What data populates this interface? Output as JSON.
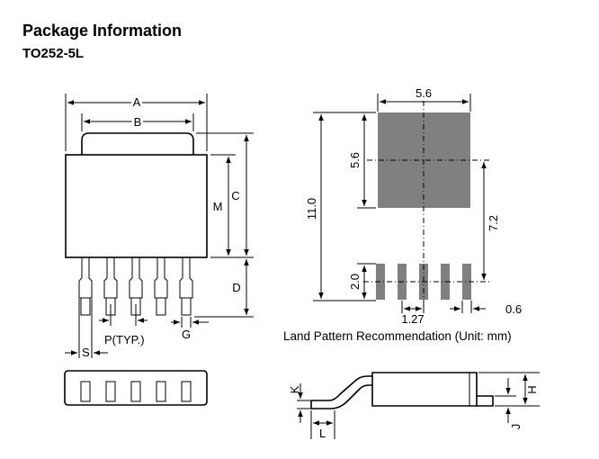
{
  "header": {
    "title": "Package Information",
    "subtitle": "TO252-5L"
  },
  "top_view": {
    "dim_A": "A",
    "dim_B": "B",
    "dim_C": "C",
    "dim_M": "M",
    "dim_D": "D",
    "dim_P": "P(TYP.)",
    "dim_G": "G",
    "dim_S": "S"
  },
  "land_pattern": {
    "pad_width": "5.6",
    "pad_height": "5.6",
    "total_height": "11.0",
    "center_offset": "7.2",
    "lead_pad_length": "2.0",
    "lead_pitch": "1.27",
    "lead_pad_width": "0.6",
    "caption": "Land Pattern Recommendation (Unit: mm)"
  },
  "side_view": {
    "dim_K": "K",
    "dim_L": "L",
    "dim_H": "H",
    "dim_J": "J"
  }
}
